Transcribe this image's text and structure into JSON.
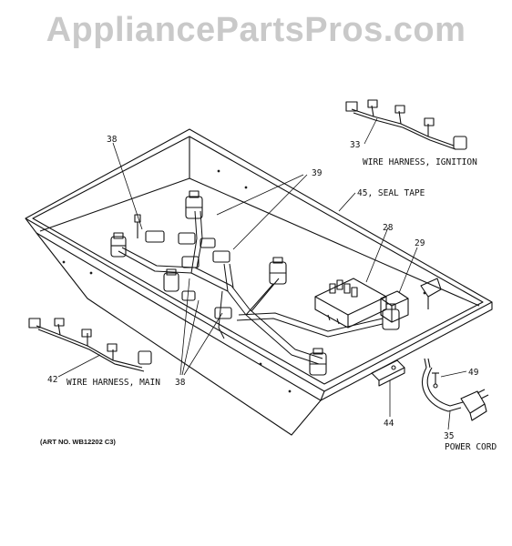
{
  "watermark": "AppliancePartsPros.com",
  "art_number": "(ART NO. WB12202 C3)",
  "callouts": {
    "c38_top": "38",
    "c39": "39",
    "c33": "33",
    "c45": "45",
    "c28": "28",
    "c29": "29",
    "c42": "42",
    "c38_bottom": "38",
    "c44": "44",
    "c49": "49",
    "c35": "35"
  },
  "labels": {
    "wire_harness_ignition": "WIRE HARNESS, IGNITION",
    "seal_tape": "45, SEAL TAPE",
    "wire_harness_main": "WIRE HARNESS, MAIN",
    "power_cord": "POWER CORD"
  }
}
